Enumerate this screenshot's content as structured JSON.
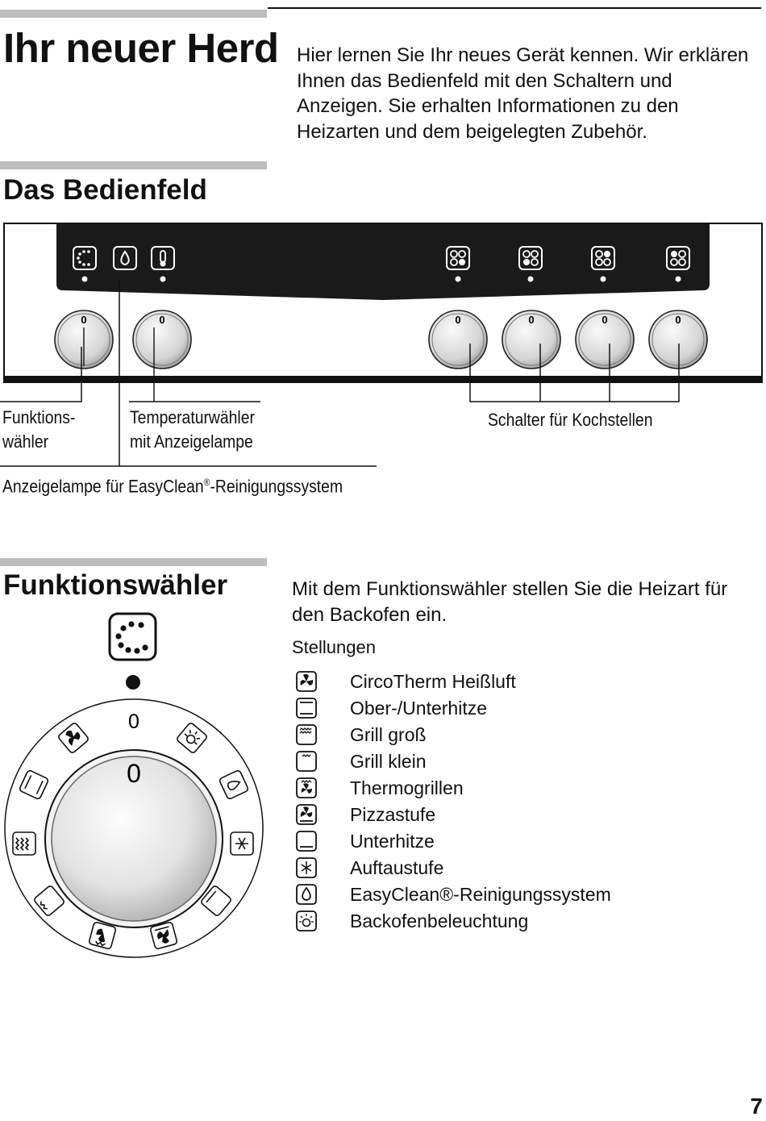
{
  "page": {
    "title": "Ihr neuer Herd",
    "intro": "Hier lernen Sie Ihr neues Gerät kennen. Wir erklären Ihnen das Bedienfeld mit den Schaltern und Anzeigen. Sie erhalten Informationen zu den Heizarten und dem beigelegten Zubehör.",
    "page_number": "7"
  },
  "bedienfeld": {
    "heading": "Das Bedienfeld",
    "knob_zero": "0",
    "captions": {
      "funktions_line1": "Funktions-",
      "funktions_line2": "wähler",
      "temp_line1": "Temperaturwähler",
      "temp_line2": "mit Anzeigelampe",
      "kochstellen": "Schalter für Kochstellen",
      "easyclean_prefix": "Anzeigelampe für EasyClean",
      "easyclean_reg": "®",
      "easyclean_suffix": "-Reinigungssystem"
    }
  },
  "funktionswaehler": {
    "heading": "Funktionswähler",
    "intro": "Mit dem Funktionswähler stellen Sie die Heizart für den Backofen ein.",
    "dial_zero_outer": "0",
    "dial_zero_inner": "0",
    "stellungen_label": "Stellungen",
    "stellungen": [
      {
        "icon": "circotherm-icon",
        "label": "CircoTherm Heißluft"
      },
      {
        "icon": "ober-unterhitze-icon",
        "label": "Ober-/Unterhitze"
      },
      {
        "icon": "grill-gross-icon",
        "label": "Grill groß"
      },
      {
        "icon": "grill-klein-icon",
        "label": "Grill klein"
      },
      {
        "icon": "thermogrillen-icon",
        "label": "Thermogrillen"
      },
      {
        "icon": "pizzastufe-icon",
        "label": "Pizzastufe"
      },
      {
        "icon": "unterhitze-icon",
        "label": "Unterhitze"
      },
      {
        "icon": "auftaustufe-icon",
        "label": "Auftaustufe"
      },
      {
        "icon": "easyclean-icon",
        "label": "EasyClean®-Reinigungssystem"
      },
      {
        "icon": "backofenbeleuchtung-icon",
        "label": "Backofenbeleuchtung"
      }
    ]
  }
}
